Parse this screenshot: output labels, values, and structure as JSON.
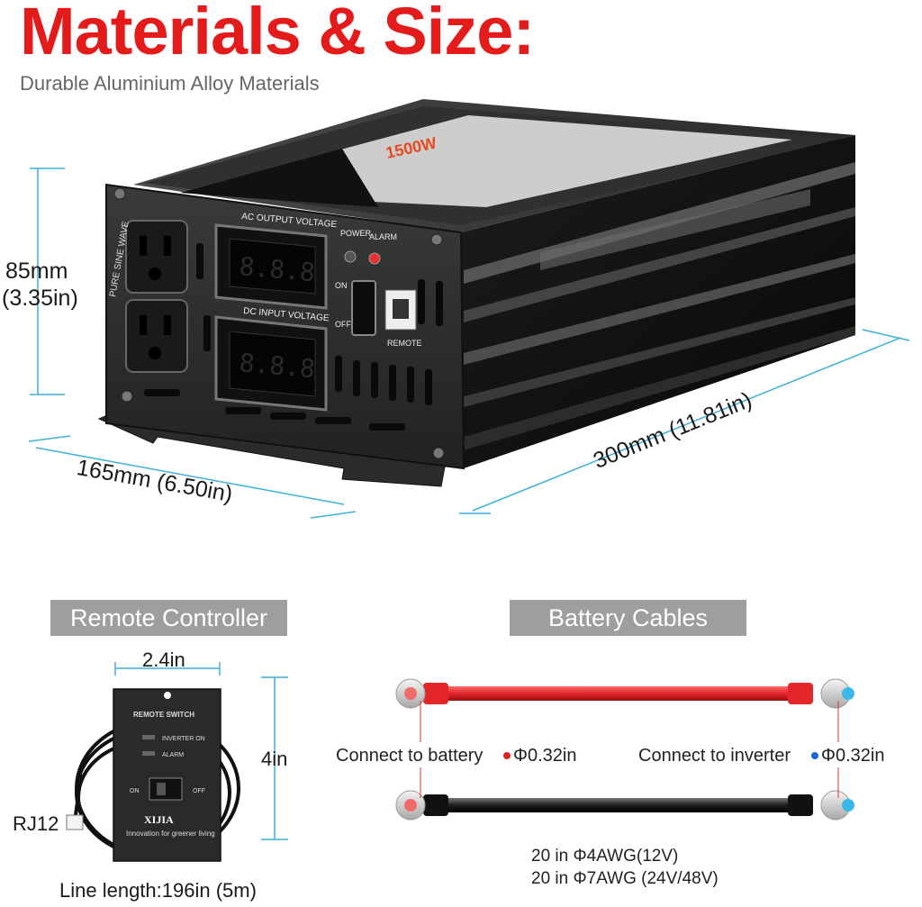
{
  "header": {
    "title": "Materials & Size:",
    "subtitle": "Durable Aluminium Alloy Materials"
  },
  "dimensions": {
    "height_mm": "85mm",
    "height_in": "(3.35in)",
    "width": "165mm (6.50in)",
    "length": "300mm (11.81in)"
  },
  "inverter_panel": {
    "brand_rating": "1500W",
    "ac_output_label": "AC OUTPUT VOLTAGE",
    "dc_input_label": "DC INPUT VOLTAGE",
    "power_label": "POWER",
    "alarm_label": "ALARM",
    "on_label": "ON",
    "off_label": "OFF",
    "remote_label": "REMOTE",
    "side_label": "PURE SINE WAVE",
    "display_digits": "8.8.8"
  },
  "remote_section": {
    "heading": "Remote Controller",
    "width": "2.4in",
    "height": "4in",
    "connector": "RJ12",
    "line_length": "Line length:196in (5m)",
    "device": {
      "title": "REMOTE SWITCH",
      "indicator_1": "INVERTER ON",
      "indicator_2": "ALARM",
      "on": "ON",
      "off": "OFF",
      "brand": "XIJIA",
      "slogan": "Innovation for greener living"
    }
  },
  "cables_section": {
    "heading": "Battery Cables",
    "left_connect": "Connect to battery",
    "left_size": "Φ0.32in",
    "right_connect": "Connect to inverter",
    "right_size": "Φ0.32in",
    "spec_1": "20 in Φ4AWG(12V)",
    "spec_2": "20 in Φ7AWG (24V/48V)"
  },
  "colors": {
    "title_red": "#e41b1b",
    "dimension_blue": "#3fb1d6",
    "pill_gray": "#9e9e9e",
    "cable_red": "#e2262a",
    "dot_red": "#e02020",
    "dot_blue": "#1e63d6"
  }
}
